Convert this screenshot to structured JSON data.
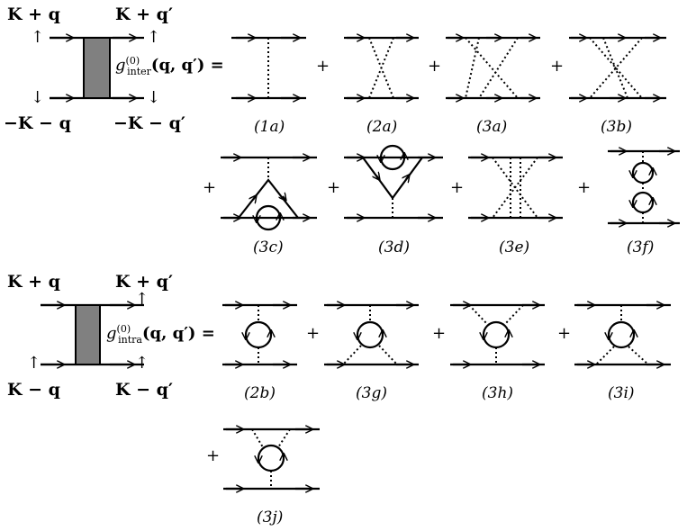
{
  "inter": {
    "k_plus_q": "K + q",
    "k_plus_qp": "K + q′",
    "mk_minus_q": "−K − q",
    "mk_minus_qp": "−K − q′",
    "spin_up": "↑",
    "spin_down": "↓",
    "g_symbol": "g",
    "g_sup": "(0)",
    "g_sub": "inter",
    "g_args": "(q, q′) ="
  },
  "intra": {
    "k_plus_q": "K + q",
    "k_plus_qp": "K + q′",
    "k_minus_q": "K − q",
    "k_minus_qp": "K − q′",
    "spin_up": "↑",
    "g_symbol": "g",
    "g_sup": "(0)",
    "g_sub": "intra",
    "g_args": "(q, q′) ="
  },
  "plus": "+",
  "captions": {
    "c1a": "(1a)",
    "c2a": "(2a)",
    "c3a": "(3a)",
    "c3b": "(3b)",
    "c3c": "(3c)",
    "c3d": "(3d)",
    "c3e": "(3e)",
    "c3f": "(3f)",
    "c2b": "(2b)",
    "c3g": "(3g)",
    "c3h": "(3h)",
    "c3i": "(3i)",
    "c3j": "(3j)"
  }
}
